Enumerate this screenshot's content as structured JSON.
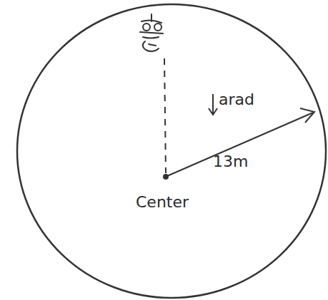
{
  "diagram": {
    "labels": [
      "arad",
      "13m",
      "Center"
    ]
  }
}
